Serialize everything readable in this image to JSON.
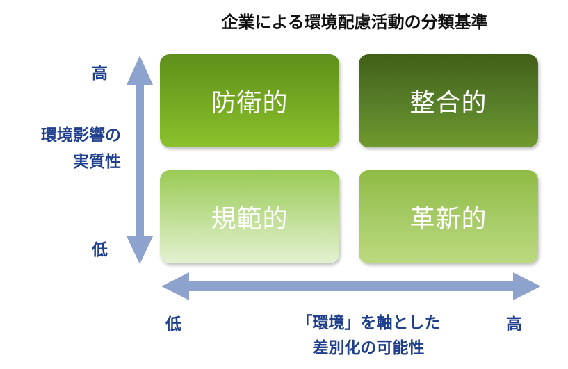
{
  "title": "企業による環境配慮活動の分類基準",
  "y_axis": {
    "high": "高",
    "low": "低",
    "title_lines": [
      "環境影響の",
      "実質性"
    ]
  },
  "x_axis": {
    "low": "低",
    "high": "高",
    "title_lines": [
      "「環境」を軸とした",
      "差別化の可能性"
    ]
  },
  "quadrants": {
    "top_left": "防衛的",
    "top_right": "整合的",
    "bottom_left": "規範的",
    "bottom_right": "革新的"
  },
  "colors": {
    "axis_arrow": "#8da2cc",
    "axis_label": "#1f3f8c",
    "top_left": "#76aa22",
    "top_right": "#58802a",
    "bottom_left": "#c6e29f",
    "bottom_right": "#a8cc68"
  }
}
